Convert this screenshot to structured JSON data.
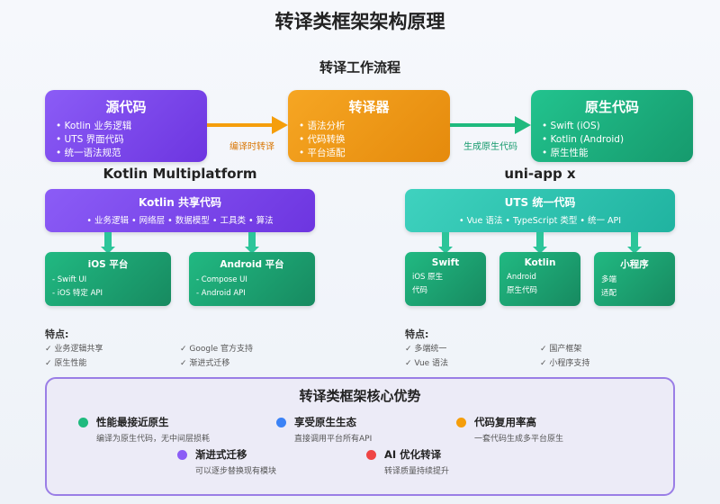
{
  "title": "转译类框架架构原理",
  "flow": {
    "subtitle": "转译工作流程",
    "source": {
      "title": "源代码",
      "items": [
        "Kotlin 业务逻辑",
        "UTS 界面代码",
        "统一语法规范"
      ]
    },
    "transpiler": {
      "title": "转译器",
      "items": [
        "语法分析",
        "代码转换",
        "平台适配"
      ]
    },
    "native": {
      "title": "原生代码",
      "items": [
        "Swift (iOS)",
        "Kotlin (Android)",
        "原生性能"
      ]
    },
    "arrow1_label": "编译时转译",
    "arrow2_label": "生成原生代码"
  },
  "kmp": {
    "title": "Kotlin Multiplatform",
    "shared": {
      "title": "Kotlin 共享代码",
      "sub": "• 业务逻辑 • 网络层 • 数据模型    • 工具类 • 算法"
    },
    "platforms": [
      {
        "title": "iOS 平台",
        "items": [
          "- Swift UI",
          "- iOS 特定 API"
        ]
      },
      {
        "title": "Android 平台",
        "items": [
          "- Compose UI",
          "- Android API"
        ]
      }
    ],
    "features_title": "特点:",
    "features": [
      "✓ 业务逻辑共享",
      "✓ Google 官方支持",
      "✓ 原生性能",
      "✓ 渐进式迁移"
    ]
  },
  "uniapp": {
    "title": "uni-app x",
    "shared": {
      "title": "UTS 统一代码",
      "sub": "• Vue 语法 • TypeScript 类型    • 统一 API"
    },
    "platforms": [
      {
        "title": "Swift",
        "items": [
          "iOS 原生",
          "代码"
        ]
      },
      {
        "title": "Kotlin",
        "items": [
          "Android",
          "原生代码"
        ]
      },
      {
        "title": "小程序",
        "items": [
          "多端",
          "适配"
        ]
      }
    ],
    "features_title": "特点:",
    "features": [
      "✓ 多端统一",
      "✓ 国产框架",
      "✓ Vue 语法",
      "✓ 小程序支持"
    ]
  },
  "advantages": {
    "title": "转译类框架核心优势",
    "items": [
      {
        "title": "性能最接近原生",
        "desc": "编译为原生代码，无中间层损耗",
        "color": "#1fba7e"
      },
      {
        "title": "享受原生生态",
        "desc": "直接调用平台所有API",
        "color": "#3b82f6"
      },
      {
        "title": "代码复用率高",
        "desc": "一套代码生成多平台原生",
        "color": "#f59e0b"
      },
      {
        "title": "渐进式迁移",
        "desc": "可以逐步替换现有模块",
        "color": "#8b5cf6"
      },
      {
        "title": "AI 优化转译",
        "desc": "转译质量持续提升",
        "color": "#ef4444"
      }
    ]
  }
}
